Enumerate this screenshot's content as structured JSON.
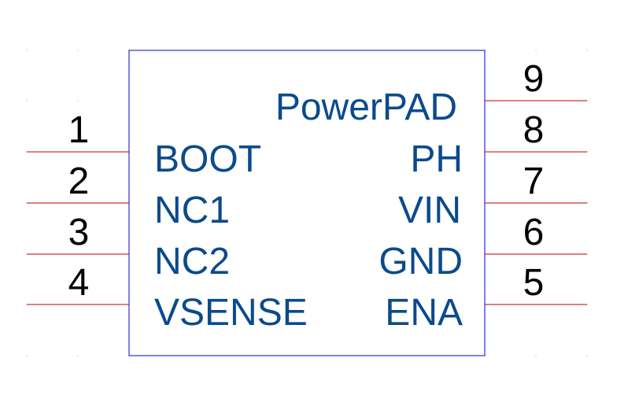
{
  "colors": {
    "background": "#ffffff",
    "body_outline": "#2b2bd8",
    "pin_line": "#c00000",
    "pin_name": "#0b4a8c",
    "pin_number": "#000000"
  },
  "component": {
    "label": "PowerPAD"
  },
  "pins_left": [
    {
      "number": "1",
      "name": "BOOT"
    },
    {
      "number": "2",
      "name": "NC1"
    },
    {
      "number": "3",
      "name": "NC2"
    },
    {
      "number": "4",
      "name": "VSENSE"
    }
  ],
  "pins_right": [
    {
      "number": "9",
      "name": ""
    },
    {
      "number": "8",
      "name": "PH"
    },
    {
      "number": "7",
      "name": "VIN"
    },
    {
      "number": "6",
      "name": "GND"
    },
    {
      "number": "5",
      "name": "ENA"
    }
  ]
}
